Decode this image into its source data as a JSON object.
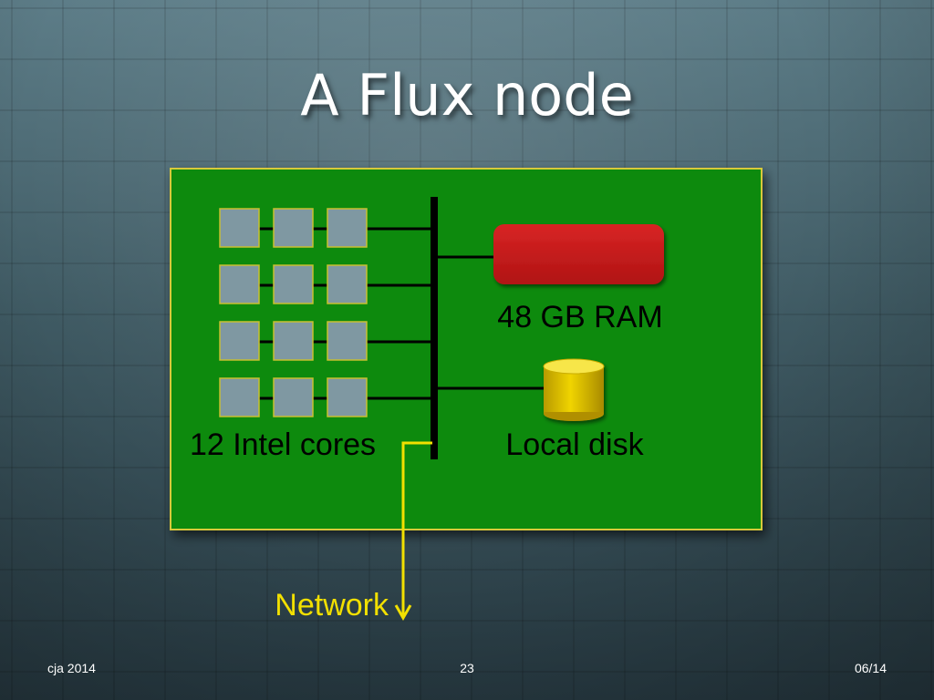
{
  "slide": {
    "title": "A Flux node",
    "footer_left": "cja 2014",
    "footer_center": "23",
    "footer_right": "06/14"
  },
  "diagram": {
    "cores_label": "12 Intel cores",
    "ram_label": "48 GB RAM",
    "disk_label": "Local disk",
    "network_label": "Network",
    "core_count": 12
  },
  "colors": {
    "board": "#0a8a0a",
    "board_border": "#d8c93a",
    "core": "#7f98a2",
    "ram": "#c81a1a",
    "disk": "#e6c800",
    "network": "#f2e000",
    "bus": "#000000"
  }
}
